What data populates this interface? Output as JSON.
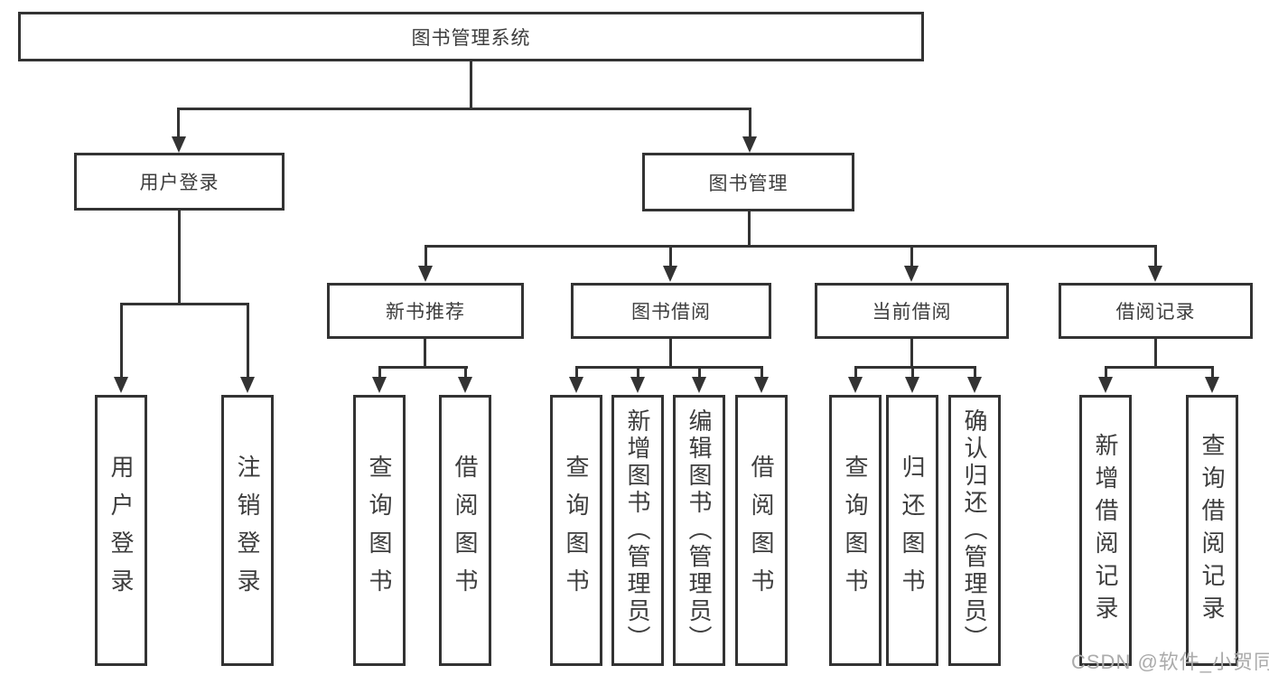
{
  "diagram": {
    "title": "图书管理系统",
    "user_login": {
      "label": "用户登录",
      "children": [
        "用户登录",
        "注销登录"
      ]
    },
    "book_management": {
      "label": "图书管理",
      "groups": [
        {
          "label": "新书推荐",
          "children": [
            "查询图书",
            "借阅图书"
          ]
        },
        {
          "label": "图书借阅",
          "children": [
            "查询图书",
            "新增图书（管理员）",
            "编辑图书（管理员）",
            "借阅图书"
          ]
        },
        {
          "label": "当前借阅",
          "children": [
            "查询图书",
            "归还图书",
            "确认归还（管理员）"
          ]
        },
        {
          "label": "借阅记录",
          "children": [
            "新增借阅记录",
            "查询借阅记录"
          ]
        }
      ]
    },
    "watermark": "CSDN @软件_小贺同学"
  },
  "colors": {
    "line": "#333333",
    "text": "#3d3d3d",
    "watermark": "#ababab",
    "background": "#ffffff"
  }
}
